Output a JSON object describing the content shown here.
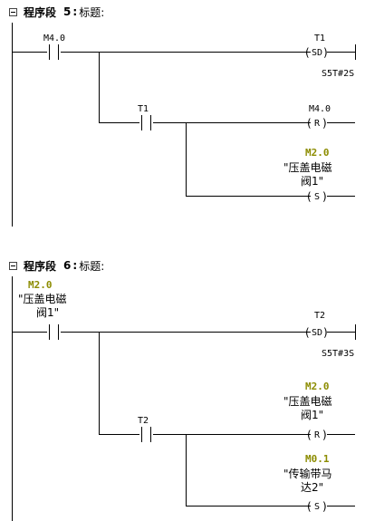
{
  "networks": [
    {
      "header": {
        "word": "程序段",
        "number": "5",
        "sep": ":",
        "title_label": "标题:"
      },
      "contact1": {
        "address": "M4.0"
      },
      "coil1": {
        "address": "T1",
        "type": "SD",
        "preset": "S5T#2S"
      },
      "contact2": {
        "address": "T1"
      },
      "coil2": {
        "address": "M4.0",
        "type": "R"
      },
      "coil3": {
        "address": "M2.0",
        "symbol_line1": "\"压盖电磁",
        "symbol_line2": "阀1\"",
        "type": "S"
      }
    },
    {
      "header": {
        "word": "程序段",
        "number": "6",
        "sep": ":",
        "title_label": "标题:"
      },
      "contact1": {
        "address": "M2.0",
        "symbol_line1": "\"压盖电磁",
        "symbol_line2": "阀1\""
      },
      "coil1": {
        "address": "T2",
        "type": "SD",
        "preset": "S5T#3S"
      },
      "contact2": {
        "address": "T2"
      },
      "coil2": {
        "address": "M2.0",
        "symbol_line1": "\"压盖电磁",
        "symbol_line2": "阀1\"",
        "type": "R"
      },
      "coil3": {
        "address": "M0.1",
        "symbol_line1": "\"传输带马",
        "symbol_line2": "达2\"",
        "type": "S"
      }
    }
  ]
}
